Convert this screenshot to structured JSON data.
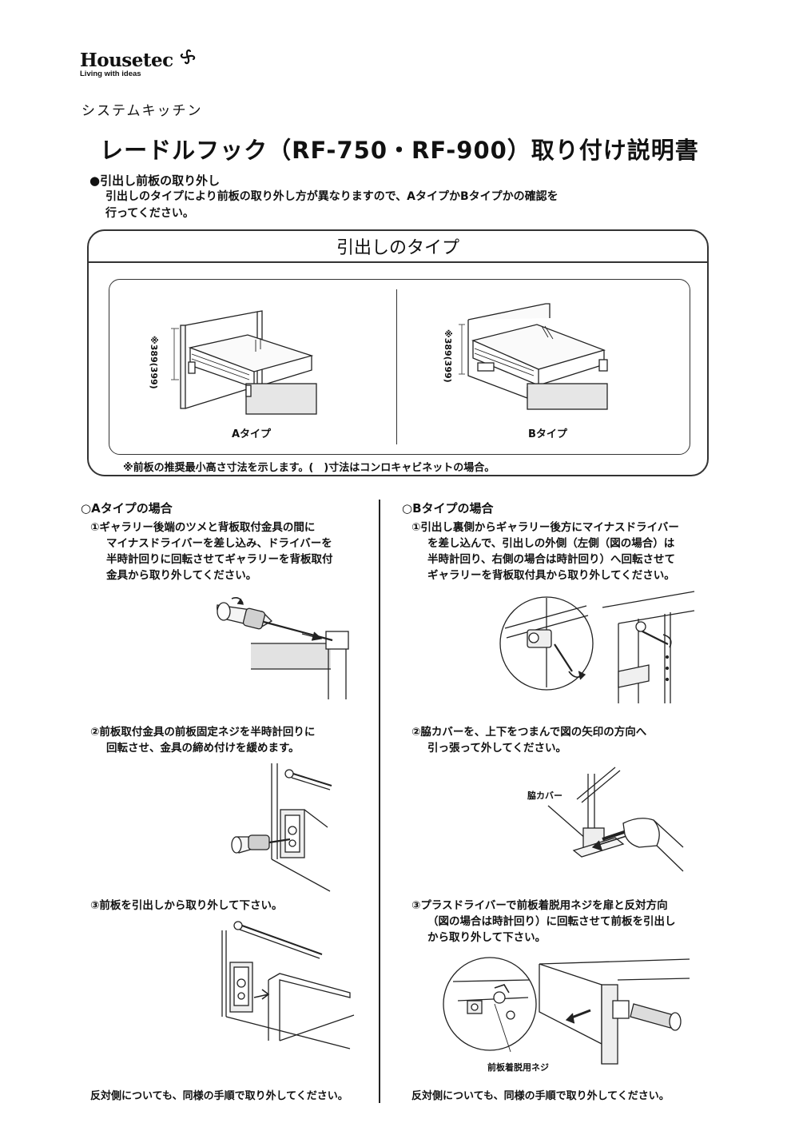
{
  "brand": {
    "name": "Housetec",
    "tagline": "Living with ideas",
    "category": "システムキッチン"
  },
  "document": {
    "title": "レードルフック（RF-750・RF-900）取り付け説明書"
  },
  "section_remove": {
    "heading": "●引出し前板の取り外し",
    "body": [
      "引出しのタイプにより前板の取り外し方が異なりますので、AタイプかBタイプかの確認を",
      "行ってください。"
    ]
  },
  "drawer_types": {
    "title": "引出しのタイプ",
    "a_label": "Aタイプ",
    "b_label": "Bタイプ",
    "dimension_label": "※389(399)",
    "note": "※前板の推奨最小高さ寸法を示します。(　)寸法はコンロキャビネットの場合。"
  },
  "type_a": {
    "heading": "○Aタイプの場合",
    "step1": [
      "①ギャラリー後端のツメと背板取付金具の間に",
      "マイナスドライバーを差し込み、ドライバーを",
      "半時計回りに回転させてギャラリーを背板取付",
      "金具から取り外してください。"
    ],
    "step2": [
      "②前板取付金具の前板固定ネジを半時計回りに",
      "回転させ、金具の締め付けを緩めます。"
    ],
    "step3": [
      "③前板を引出しから取り外して下さい。"
    ],
    "footer": "反対側についても、同様の手順で取り外してください。"
  },
  "type_b": {
    "heading": "○Bタイプの場合",
    "step1": [
      "①引出し裏側からギャラリー後方にマイナスドライバー",
      "を差し込んで、引出しの外側（左側（図の場合）は",
      "半時計回り、右側の場合は時計回り）へ回転させて",
      "ギャラリーを背板取付具から取り外してください。"
    ],
    "step2": [
      "②脇カバーを、上下をつまんで図の矢印の方向へ",
      "引っ張って外してください。"
    ],
    "step2_callout": "脇カバー",
    "step3": [
      "③プラスドライバーで前板着脱用ネジを扉と反対方向",
      "（図の場合は時計回り）に回転させて前板を引出し",
      "から取り外して下さい。"
    ],
    "step3_callout": "前板着脱用ネジ",
    "footer": "反対側についても、同様の手順で取り外してください。"
  }
}
